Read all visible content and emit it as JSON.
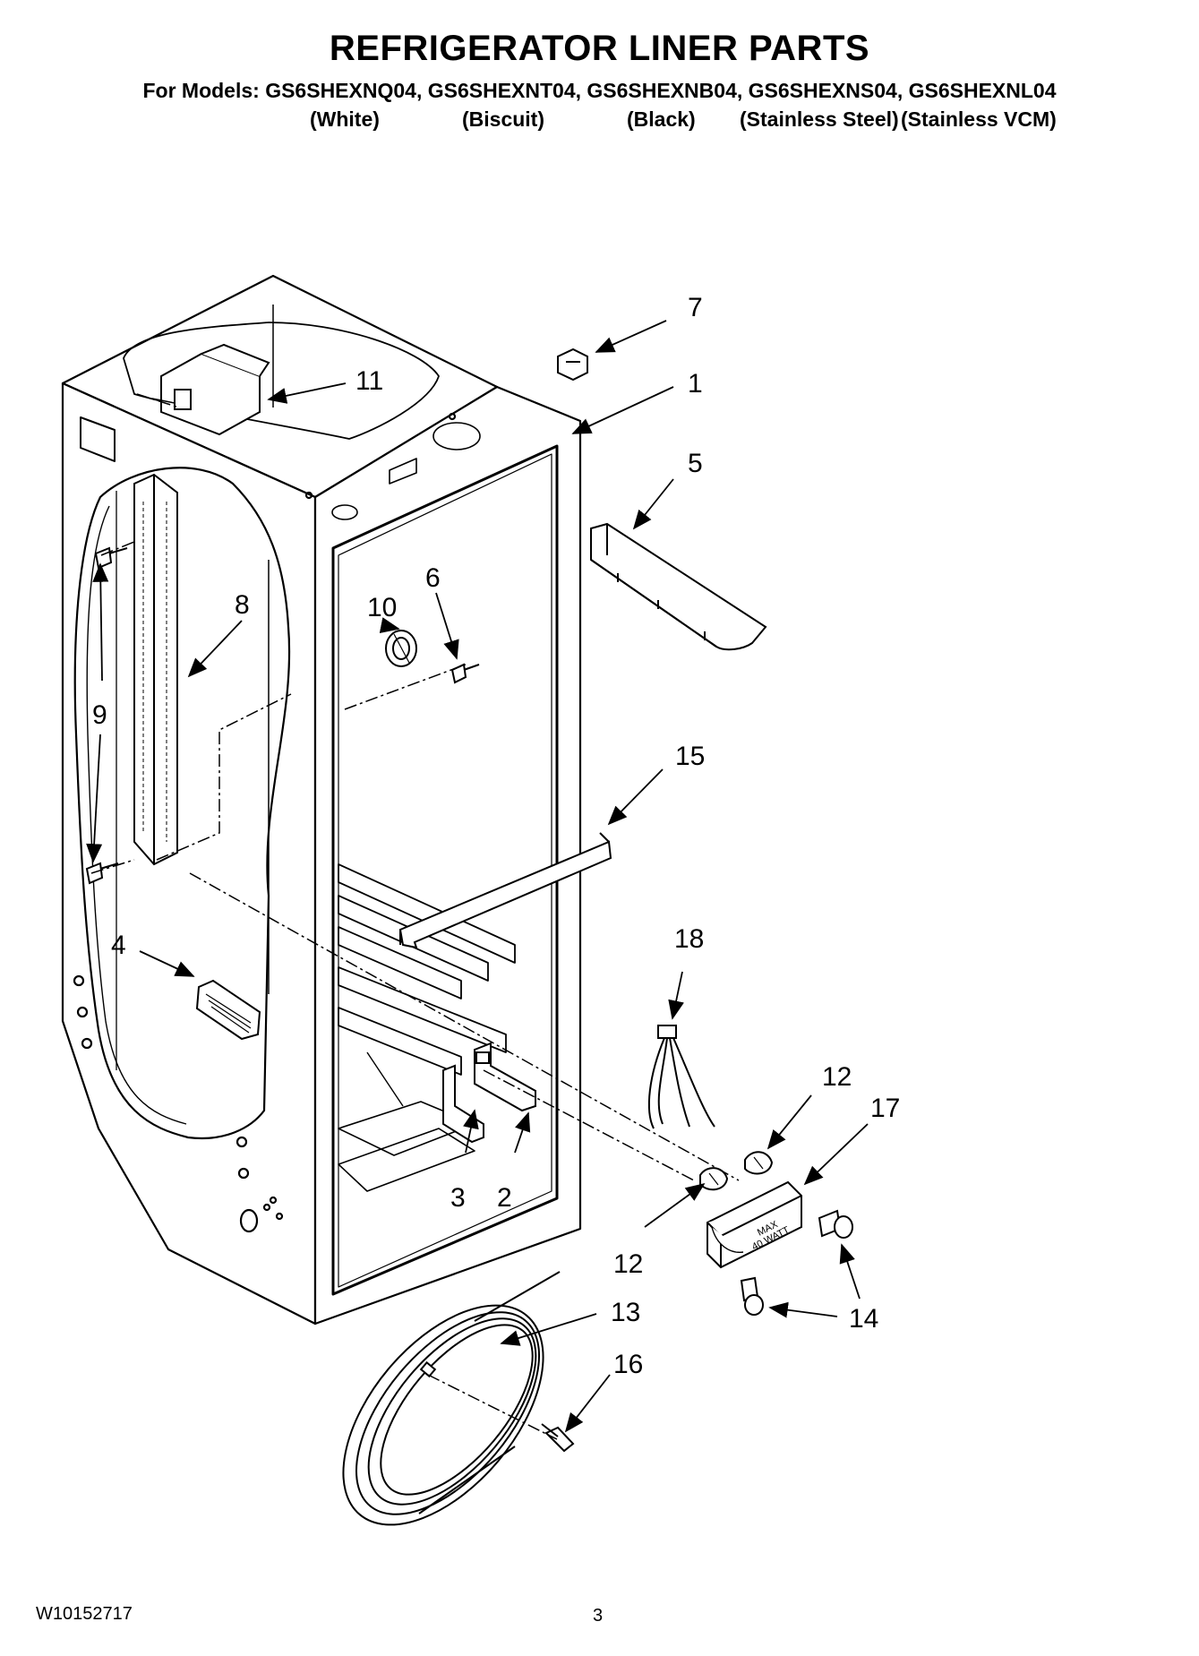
{
  "header": {
    "title": "REFRIGERATOR LINER PARTS",
    "models_line": "For Models: GS6SHEXNQ04, GS6SHEXNT04, GS6SHEXNB04, GS6SHEXNS04, GS6SHEXNL04",
    "colors": [
      "(White)",
      "(Biscuit)",
      "(Black)",
      "(Stainless Steel)",
      "(Stainless VCM)"
    ]
  },
  "callouts": {
    "c1": "1",
    "c2": "2",
    "c3": "3",
    "c4": "4",
    "c5": "5",
    "c6": "6",
    "c7": "7",
    "c8": "8",
    "c9": "9",
    "c10": "10",
    "c11": "11",
    "c12a": "12",
    "c12b": "12",
    "c13": "13",
    "c14": "14",
    "c15": "15",
    "c16": "16",
    "c17": "17",
    "c18": "18"
  },
  "part_labels": {
    "lamp_max": "MAX",
    "lamp_watt": "40 WATT"
  },
  "footer": {
    "doc_number": "W10152717",
    "page_number": "3"
  }
}
